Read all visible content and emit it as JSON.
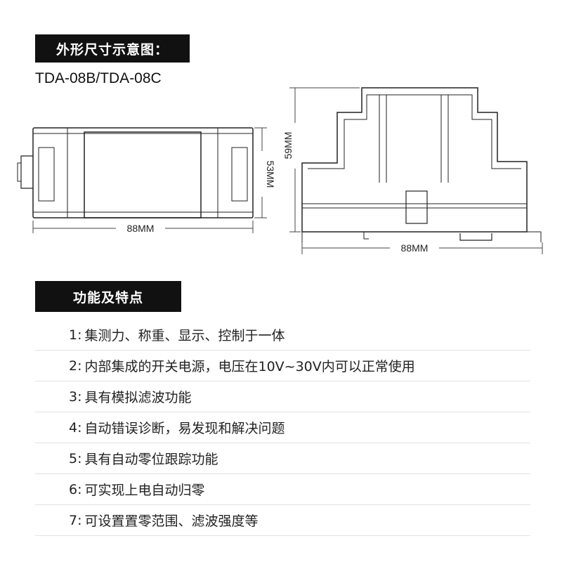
{
  "section1": {
    "title": "外形尺寸示意图："
  },
  "model": "TDA-08B/TDA-08C",
  "dimensions": {
    "front_width": "88MM",
    "front_height": "53MM",
    "side_height": "59MM",
    "side_width": "88MM"
  },
  "section2": {
    "title": "功能及特点"
  },
  "features": [
    {
      "num": "1:",
      "text": "集测力、称重、显示、控制于一体"
    },
    {
      "num": "2:",
      "text": "内部集成的开关电源，电压在10V~30V内可以正常使用"
    },
    {
      "num": "3:",
      "text": "具有模拟滤波功能"
    },
    {
      "num": "4:",
      "text": "自动错误诊断，易发现和解决问题"
    },
    {
      "num": "5:",
      "text": "具有自动零位跟踪功能"
    },
    {
      "num": "6:",
      "text": "可实现上电自动归零"
    },
    {
      "num": "7:",
      "text": "可设置置零范围、滤波强度等"
    }
  ]
}
